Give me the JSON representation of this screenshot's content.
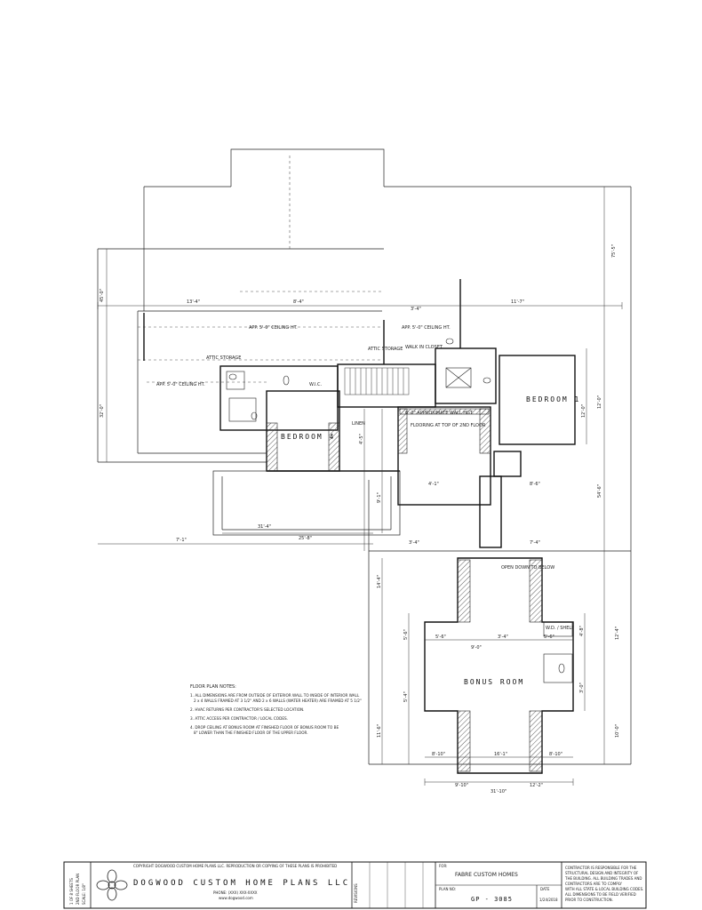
{
  "rooms": {
    "bedroom_1": "BEDROOM 1",
    "bedroom_4": "BEDROOM 4",
    "bonus_room": "BONUS ROOM"
  },
  "labels": {
    "attic_storage": "ATTIC STORAGE",
    "attic_storage_2": "ATTIC STORAGE",
    "approx_ceiling_1": "APP. 5'-0\" CEILING HT.",
    "approx_ceiling_2": "APP. 5'-0\" CEILING HT.",
    "approx_ceiling_3": "APP. 5'-0\" CEILING HT.",
    "wic": "W.I.C.",
    "linen": "LINEN",
    "walk_in_closet": "WALK IN CLOSET",
    "approx_wall": "6'-0\" APPROXIMATE WALL HGT.",
    "flooring_line": "FLOORING AT TOP OF 2ND FLOOR",
    "open_below": "OPEN DOWN TO BELOW",
    "wd_shelf": "W.D. / SHELF"
  },
  "dimensions": {
    "top_overall": "75'-5\"",
    "right_overall": "54'-6\"",
    "left_overall": "45'-0\"",
    "left_lower": "32'-0\"",
    "upper_a": "13'-4\"",
    "upper_b": "8'-4\"",
    "upper_c": "11'-7\"",
    "upper_d": "3'-4\"",
    "bottom_a": "31'-4\"",
    "bottom_b": "25'-8\"",
    "bottom_c": "7'-1\"",
    "bonus_width": "31'-10\"",
    "bonus_a": "9'-10\"",
    "bonus_b": "12'-2\"",
    "bonus_c": "3'-4\"",
    "bonus_d": "9'-0\"",
    "bonus_e": "16'-1\"",
    "bonus_f": "8'-10\"",
    "bonus_g": "5'-6\"",
    "bonus_h": "5'-6\"",
    "bonus_i": "8'-10\"",
    "bonus_side_a": "14'-4\"",
    "bonus_side_b": "11'-6\"",
    "bonus_side_c": "5'-6\"",
    "bonus_side_d": "5'-4\"",
    "bonus_side_e": "12'-4\"",
    "bonus_side_f": "4'-8\"",
    "bonus_side_g": "3'-0\"",
    "bonus_side_h": "10'-0\"",
    "mid_a": "12'-0\"",
    "mid_b": "4'-5\"",
    "mid_c": "9'-1\"",
    "mid_d": "8'-6\"",
    "mid_e": "12'-0\"",
    "mid_f": "7'-4\"",
    "mid_g": "3'-4\"",
    "mid_h": "4'-1\""
  },
  "notes": {
    "title": "FLOOR PLAN NOTES:",
    "note_1a": "1. ALL DIMENSIONS ARE FROM OUTSIDE OF EXTERIOR WALL TO INSIDE OF INTERIOR WALL",
    "note_1b": "2 x 4 WALLS FRAMED AT 3 1/2\" AND 2 x 6 WALLS (WATER HEATER) ARE FRAMED AT 5 1/2\"",
    "note_2": "2. HVAC RETURNS PER CONTRACTOR'S SELECTED LOCATION.",
    "note_3": "3. ATTIC ACCESS PER CONTRACTOR / LOCAL CODES.",
    "note_4a": "4. DROP CEILING AT BONUS ROOM AT FINISHED FLOOR OF BONUS ROOM TO BE",
    "note_4b": "8\" LOWER THAN THE FINISHED FLOOR OF THE UPPER FLOOR."
  },
  "title_block": {
    "vertical_left": "1 OF 8 SHEETS",
    "vertical_left_2": "2ND FLOOR PLAN",
    "vertical_left_3": "SCALE: 1/8\"",
    "company": "DOGWOOD CUSTOM HOME PLANS LLC",
    "copyright": "COPYRIGHT DOGWOOD CUSTOM HOME PLANS LLC. REPRODUCTION OR COPYING OF THESE PLANS IS PROHIBITED",
    "phone": "PHONE: (XXX) XXX-XXXX",
    "website": "www.dogwood.com",
    "revisions_label": "REVISIONS",
    "for_label": "FOR:",
    "client": "FABRE CUSTOM HOMES",
    "plan_no_label": "PLAN NO:",
    "plan_no": "GP - 3085",
    "date_label": "DATE",
    "date_value": "1/24/2018",
    "disclaimer_1": "CONTRACTOR IS RESPONSIBLE FOR THE",
    "disclaimer_2": "STRUCTURAL DESIGN AND INTEGRITY OF",
    "disclaimer_3": "THE BUILDING. ALL BUILDING TRADES AND",
    "disclaimer_4": "CONTRACTORS ARE TO COMPLY",
    "disclaimer_5": "WITH ALL STATE & LOCAL BUILDING CODES.",
    "disclaimer_6": "ALL DIMENSIONS TO BE FIELD VERIFIED",
    "disclaimer_7": "PRIOR TO CONSTRUCTION."
  }
}
